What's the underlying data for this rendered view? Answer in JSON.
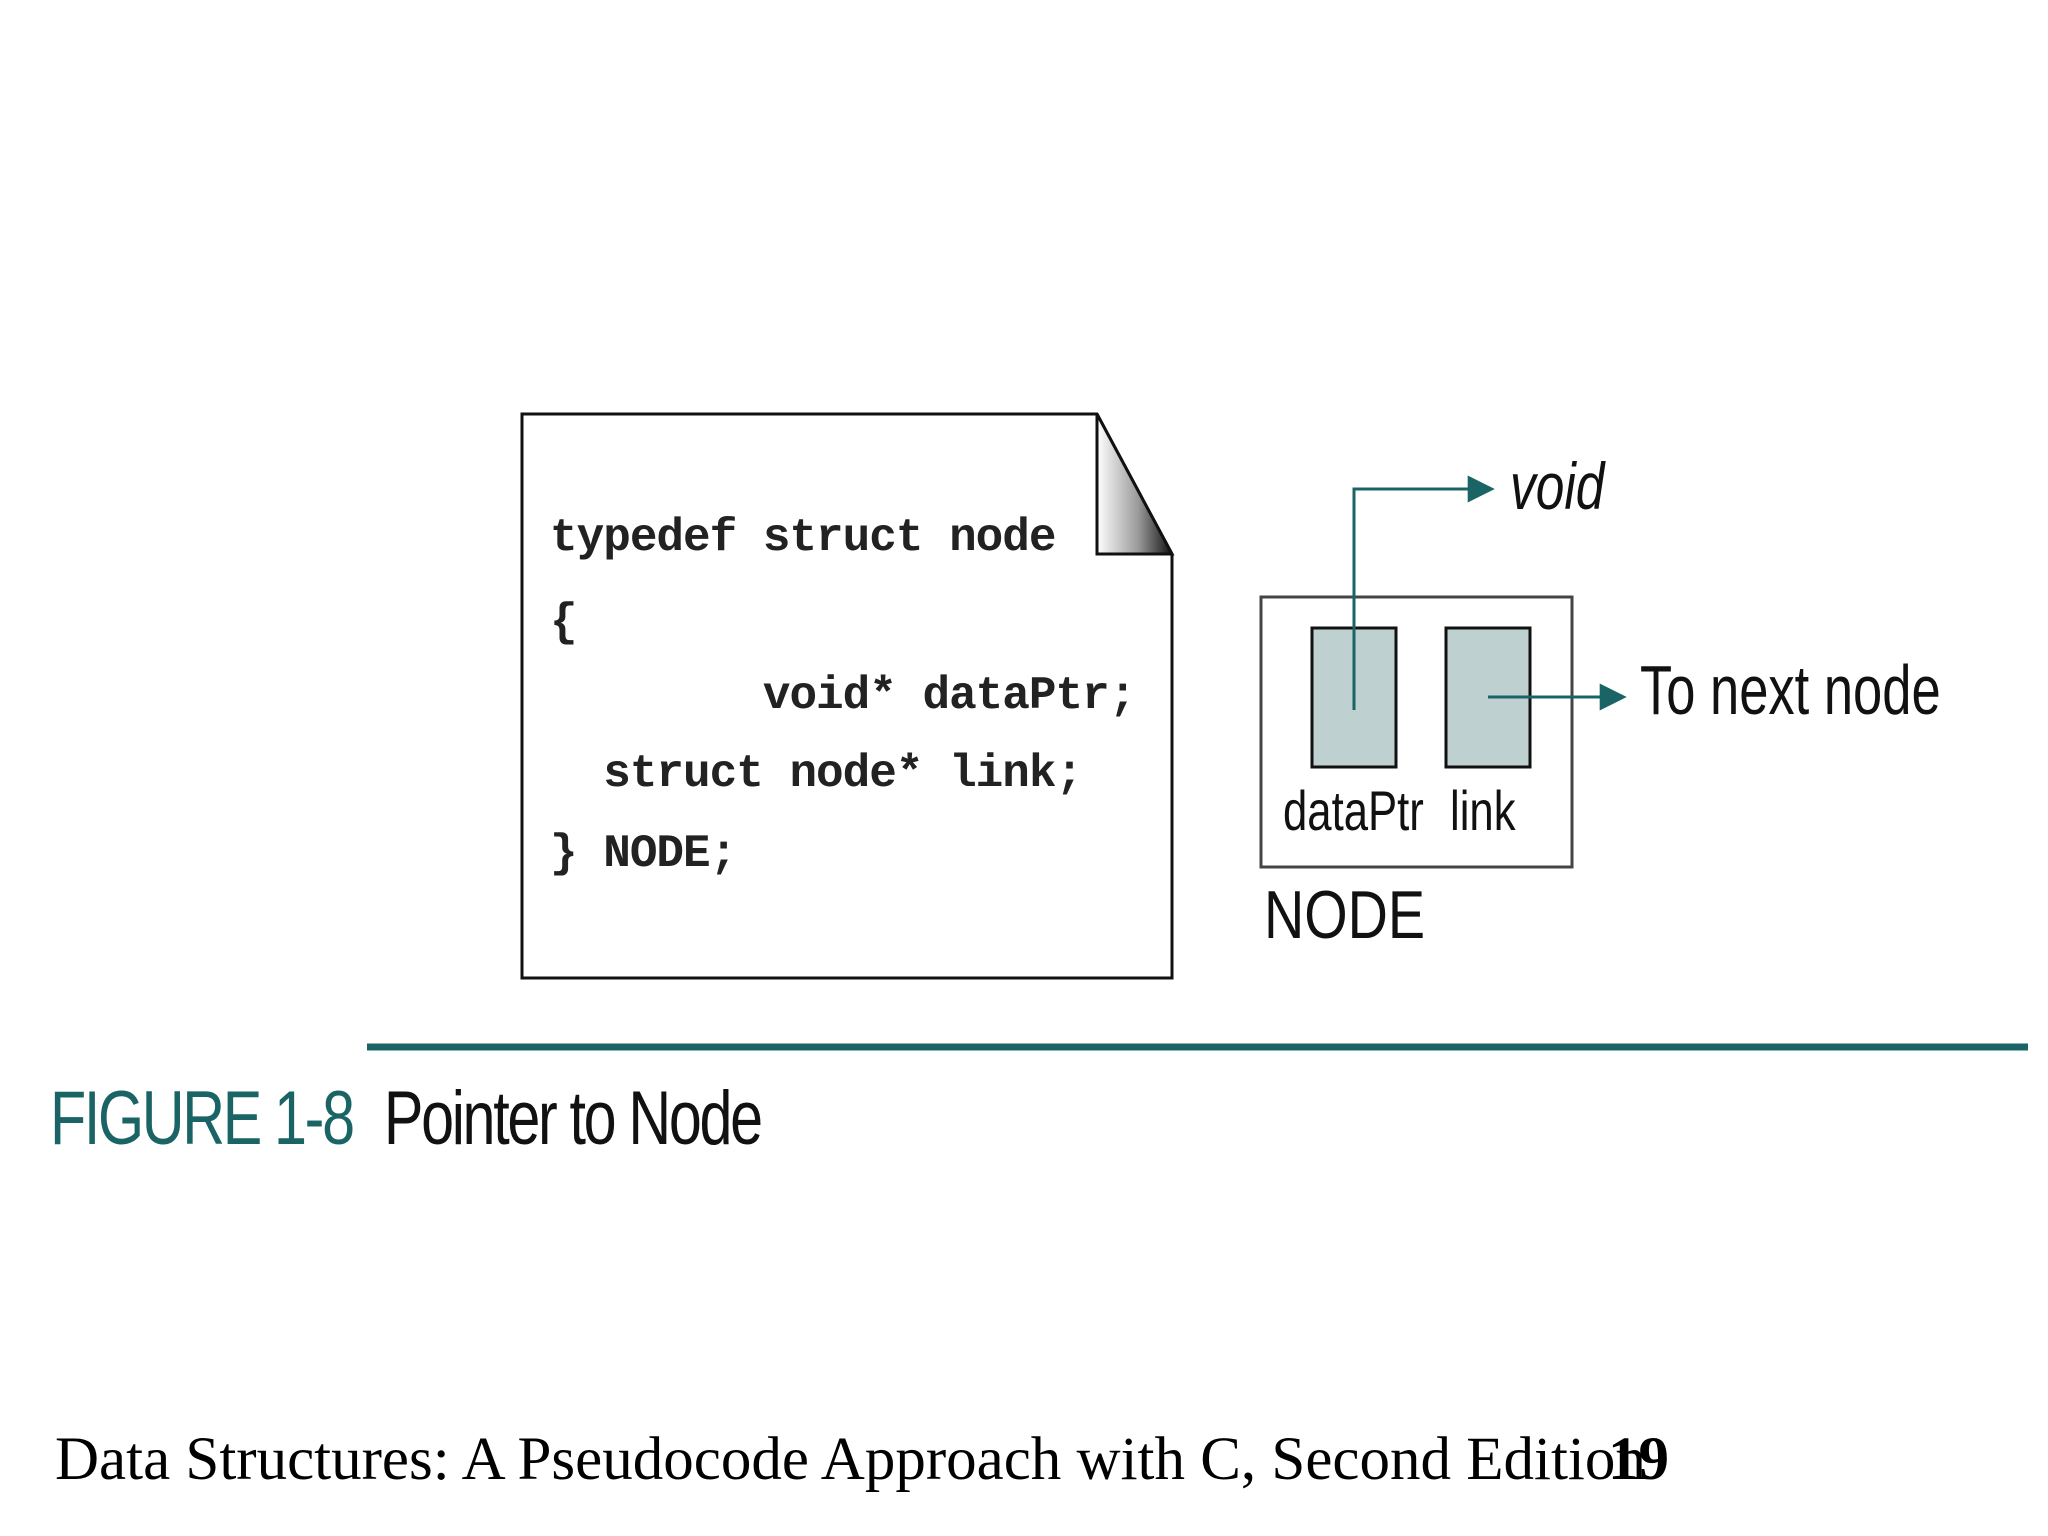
{
  "code_block": {
    "lines": [
      "typedef struct node",
      "{",
      "        void* dataPtr;",
      "  struct node* link;",
      "} NODE;"
    ]
  },
  "node_diagram": {
    "pointer_target_label": "void",
    "next_label": "To next node",
    "field_labels": [
      "dataPtr",
      "link"
    ],
    "struct_label": "NODE"
  },
  "figure": {
    "label": "FIGURE 1-8",
    "title": "Pointer to Node"
  },
  "footer": {
    "text": "Data Structures: A Pseudocode Approach with C, Second Edition",
    "page_number": "19"
  },
  "colors": {
    "accent": "#1a6466",
    "cell_fill": "#bfd0d0",
    "code_text": "#222222"
  }
}
